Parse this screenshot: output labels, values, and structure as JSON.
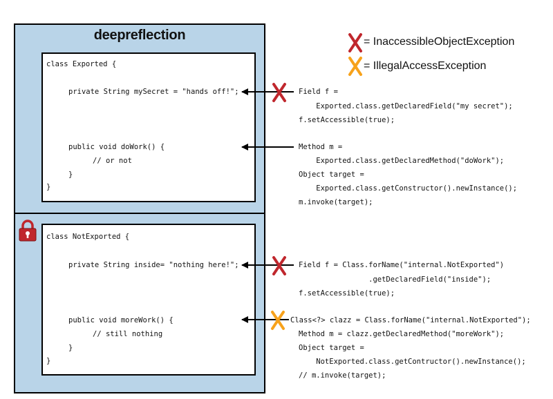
{
  "module": {
    "title": "deepreflection"
  },
  "legend": [
    {
      "icon": "red-x-icon",
      "color": "#c0272d",
      "text": "= InaccessibleObjectException"
    },
    {
      "icon": "orange-x-icon",
      "color": "#f7a21b",
      "text": "= IllegalAccessException"
    }
  ],
  "exported": {
    "header": "class Exported {",
    "field": "private String mySecret = \"hands off!\";",
    "method": "public void doWork() {",
    "body": "// or not",
    "close_method": "}",
    "close_class": "}"
  },
  "notexported": {
    "header": "class NotExported {",
    "field": "private String inside= \"nothing here!\";",
    "method": "public void moreWork() {",
    "body": "// still nothing",
    "close_method": "}",
    "close_class": "}"
  },
  "snippets": {
    "s1": [
      "Field f =",
      "    Exported.class.getDeclaredField(\"my secret\");",
      "f.setAccessible(true);"
    ],
    "s2": [
      "Method m =",
      "    Exported.class.getDeclaredMethod(\"doWork\");",
      "Object target =",
      "    Exported.class.getConstructor().newInstance();",
      "m.invoke(target);"
    ],
    "s3": [
      "Field f = Class.forName(\"internal.NotExported\")",
      "                .getDeclaredField(\"inside\");",
      "f.setAccessible(true);"
    ],
    "s4": [
      "Class<?> clazz = Class.forName(\"internal.NotExported\");",
      "Method m = clazz.getDeclaredMethod(\"moreWork\");",
      "Object target =",
      "    NotExported.class.getContructor().newInstance();",
      "// m.invoke(target);"
    ]
  },
  "colors": {
    "module_bg": "#b9d4e8",
    "x_red": "#c0272d",
    "x_orange": "#f7a21b",
    "lock_red": "#c0272d"
  }
}
